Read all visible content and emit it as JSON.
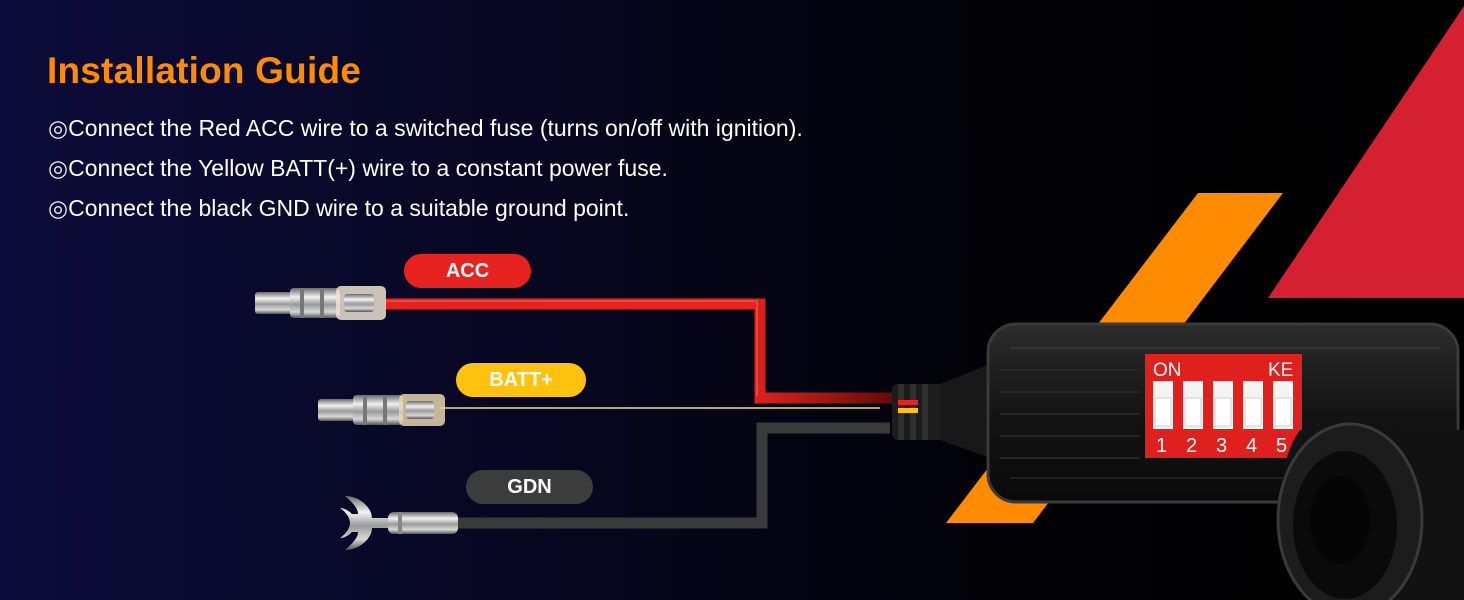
{
  "title": "Installation Guide",
  "steps": [
    {
      "bullet": "◎",
      "text": "Connect the Red ACC wire to a switched fuse (turns on/off with ignition)."
    },
    {
      "bullet": "◎",
      "text": "Connect the Yellow BATT(+) wire to a constant power fuse."
    },
    {
      "bullet": "◎",
      "text": "Connect the black GND wire to a suitable ground point."
    }
  ],
  "wires": [
    {
      "label": "ACC",
      "color": "#e8231f"
    },
    {
      "label": "BATT+",
      "color": "#ffc20e"
    },
    {
      "label": "GDN",
      "color": "#3c3c3c"
    }
  ],
  "dip_switch": {
    "label_left": "ON",
    "label_right": "KE",
    "numbers": [
      "1",
      "2",
      "3",
      "4",
      "5"
    ]
  },
  "colors": {
    "accent_orange": "#ff8c00",
    "accent_red": "#d42030"
  }
}
